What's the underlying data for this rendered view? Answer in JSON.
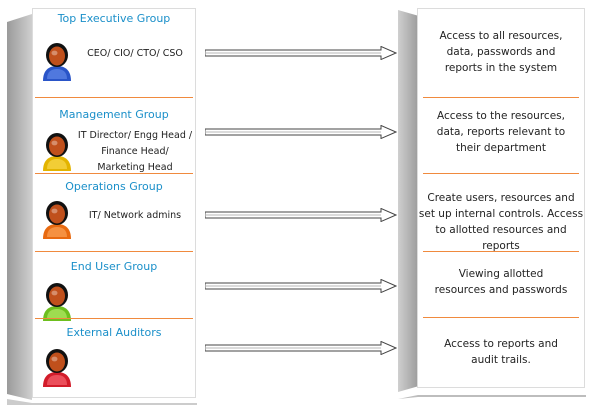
{
  "groups": [
    {
      "title": "Top Executive Group",
      "roles": [
        "CEO/ CIO/ CTO/ CSO"
      ],
      "shirt": "#2a55c8",
      "shirtLight": "#6f95f0"
    },
    {
      "title": "Management Group",
      "roles": [
        "IT Director/ Engg Head /",
        "Finance Head/",
        "Marketing Head"
      ],
      "shirt": "#e3b400",
      "shirtLight": "#ffe262"
    },
    {
      "title": "Operations Group",
      "roles": [
        "IT/ Network admins"
      ],
      "shirt": "#e86a10",
      "shirtLight": "#ffb06a"
    },
    {
      "title": "End User Group",
      "roles": [],
      "shirt": "#6dbf1e",
      "shirtLight": "#c6f57a"
    },
    {
      "title": "External Auditors",
      "roles": [],
      "shirt": "#d21c2a",
      "shirtLight": "#ff7a84"
    }
  ],
  "access": [
    [
      "Access to all resources,",
      "data, passwords and",
      "reports in the system"
    ],
    [
      "Access to the resources,",
      "data, reports relevant to",
      "their department"
    ],
    [
      "Create users, resources and",
      "set up internal controls. Access",
      "to allotted resources and reports"
    ],
    [
      "Viewing allotted",
      "resources and passwords"
    ],
    [
      "Access to reports and",
      "audit trails."
    ]
  ],
  "colors": {
    "title": "#1a8fc9",
    "divider": "#f08a3e",
    "skin": "#c0501c",
    "hair": "#111111"
  }
}
